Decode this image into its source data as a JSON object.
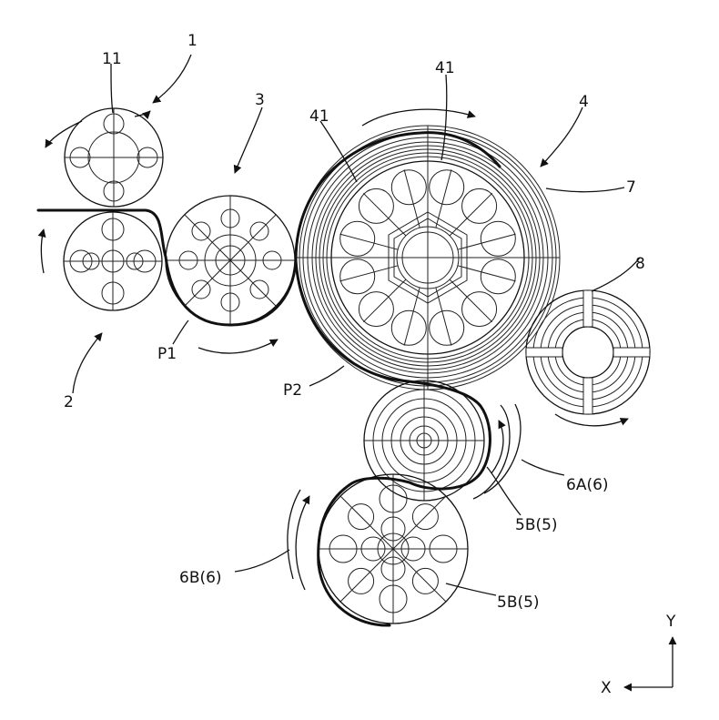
{
  "labels": {
    "roller_1": "1",
    "roller_1_part": "11",
    "roller_2": "2",
    "roller_3": "3",
    "drum_4": "4",
    "drum_4_part_left": "41",
    "drum_4_part_top": "41",
    "sheet_7": "7",
    "roller_8": "8",
    "point_p1": "P1",
    "point_p2": "P2",
    "guide_6a": "6A(6)",
    "guide_6b": "6B(6)",
    "roller_5b_upper": "5B(5)",
    "roller_5b_lower": "5B(5)",
    "axis_y": "Y",
    "axis_x": "X"
  }
}
